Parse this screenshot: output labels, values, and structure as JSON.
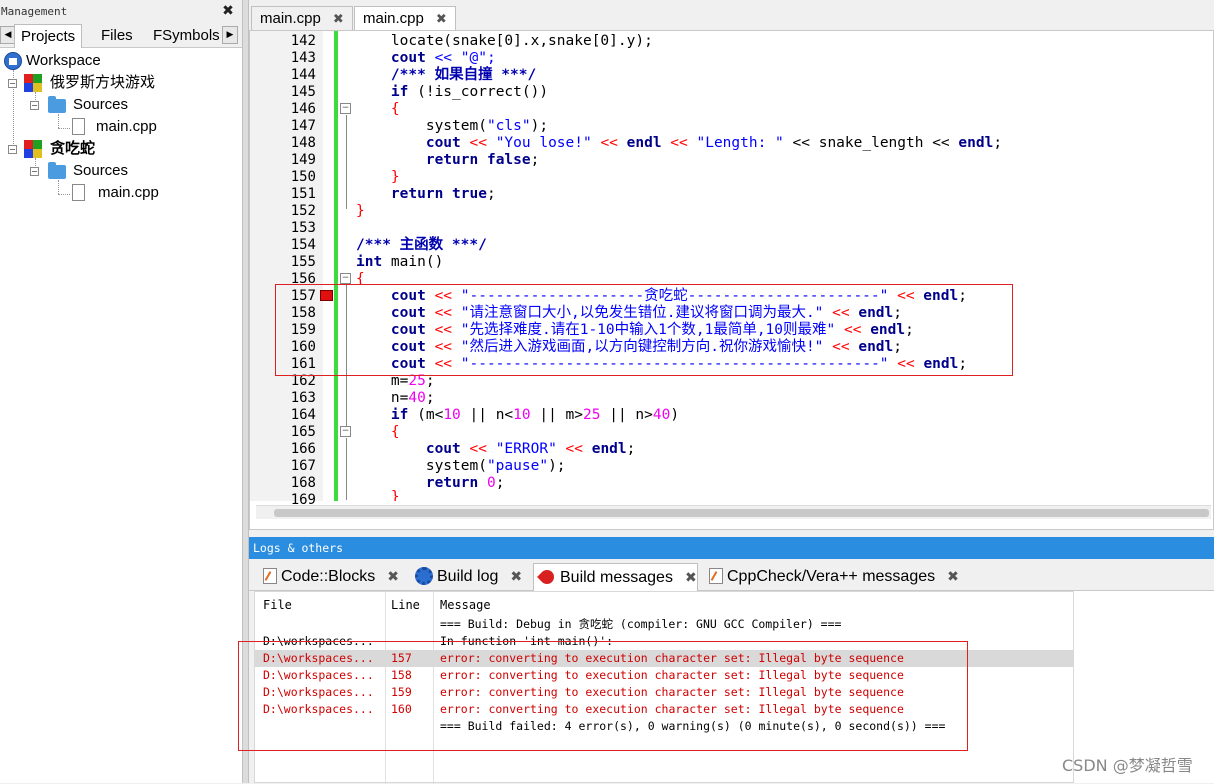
{
  "management": {
    "title": "Management",
    "tabs": [
      "Projects",
      "Files",
      "FSymbols"
    ],
    "workspace_label": "Workspace",
    "projects": [
      {
        "name": "俄罗斯方块游戏",
        "sources_label": "Sources",
        "file": "main.cpp"
      },
      {
        "name": "贪吃蛇",
        "sources_label": "Sources",
        "file": "main.cpp"
      }
    ]
  },
  "editor": {
    "tabs": [
      {
        "label": "main.cpp",
        "close": "✖"
      },
      {
        "label": "main.cpp",
        "close": "✖"
      }
    ],
    "line_numbers": [
      "142",
      "143",
      "144",
      "145",
      "146",
      "147",
      "148",
      "149",
      "150",
      "151",
      "152",
      "153",
      "154",
      "155",
      "156",
      "157",
      "158",
      "159",
      "160",
      "161",
      "162",
      "163",
      "164",
      "165",
      "166",
      "167",
      "168",
      "169"
    ],
    "lines": {
      "l142": "locate(snake[0].x,snake[0].y);",
      "l143_kw": "cout",
      "l143_rest": " << \"@\";",
      "l144": "/*** 如果自撞 ***/",
      "l145_kw": "if",
      "l145_rest": " (!is_correct())",
      "l146": "{",
      "l147_a": "system(",
      "l147_s": "\"cls\"",
      "l147_b": ");",
      "l148_kw": "cout",
      "l148_a": " << ",
      "l148_s1": "\"You lose!\"",
      "l148_b": " << ",
      "l148_kw2": "endl",
      "l148_c": " << ",
      "l148_s2": "\"Length: \"",
      "l148_d": " << snake_length << ",
      "l148_kw3": "endl",
      "l148_e": ";",
      "l149_kw": "return",
      "l149_kw2": " false",
      "l149_e": ";",
      "l150": "}",
      "l151_kw": "return",
      "l151_kw2": " true",
      "l151_e": ";",
      "l152": "}",
      "l153": "",
      "l154": "/*** 主函数 ***/",
      "l155_kw": "int",
      "l155_rest": " main()",
      "l156": "{",
      "l157_s": "\"--------------------贪吃蛇----------------------\"",
      "l158_s": "\"请注意窗口大小,以免发生错位.建议将窗口调为最大.\"",
      "l159_s": "\"先选择难度.请在1-10中输入1个数,1最简单,10则最难\"",
      "l160_s": "\"然后进入游戏画面,以方向键控制方向.祝你游戏愉快!\"",
      "l161_s": "\"-----------------------------------------------\"",
      "cout": "cout",
      "shl": " << ",
      "endl": "endl",
      "semi": ";",
      "l162_a": "m=",
      "l162_n": "25",
      "l163_a": "n=",
      "l163_n": "40",
      "l164_kw": "if",
      "l164_a": " (m<",
      "l164_n1": "10",
      "l164_b": " || n<",
      "l164_n2": "10",
      "l164_c": " || m>",
      "l164_n3": "25",
      "l164_d": " || n>",
      "l164_n4": "40",
      "l164_e": ")",
      "l165": "{",
      "l166_s": "\"ERROR\"",
      "l167_a": "system(",
      "l167_s": "\"pause\"",
      "l167_b": ");",
      "l168_kw": "return",
      "l168_n": " 0",
      "l168_e": ";",
      "l169": "}"
    }
  },
  "logs": {
    "header": "Logs & others",
    "tabs": [
      {
        "label": "Code::Blocks",
        "close": "✖"
      },
      {
        "label": "Build log",
        "close": "✖"
      },
      {
        "label": "Build messages",
        "close": "✖"
      },
      {
        "label": "CppCheck/Vera++ messages",
        "close": "✖"
      }
    ],
    "columns": [
      "File",
      "Line",
      "Message"
    ],
    "rows": [
      {
        "file": "",
        "line": "",
        "message": "=== Build: Debug in 贪吃蛇 (compiler: GNU GCC Compiler) ==="
      },
      {
        "file": "D:\\workspaces...",
        "line": "",
        "message": "In function 'int main()':"
      },
      {
        "file": "D:\\workspaces...",
        "line": "157",
        "message": "error: converting to execution character set: Illegal byte sequence"
      },
      {
        "file": "D:\\workspaces...",
        "line": "158",
        "message": "error: converting to execution character set: Illegal byte sequence"
      },
      {
        "file": "D:\\workspaces...",
        "line": "159",
        "message": "error: converting to execution character set: Illegal byte sequence"
      },
      {
        "file": "D:\\workspaces...",
        "line": "160",
        "message": "error: converting to execution character set: Illegal byte sequence"
      },
      {
        "file": "",
        "line": "",
        "message": "=== Build failed: 4 error(s), 0 warning(s) (0 minute(s), 0 second(s)) ==="
      }
    ]
  },
  "watermark": "CSDN @梦凝哲雪",
  "colors": {
    "accent": "#2a8de0",
    "error": "#d00000",
    "change_bar": "#3ddb3d",
    "highlight_box": "#e02020"
  }
}
